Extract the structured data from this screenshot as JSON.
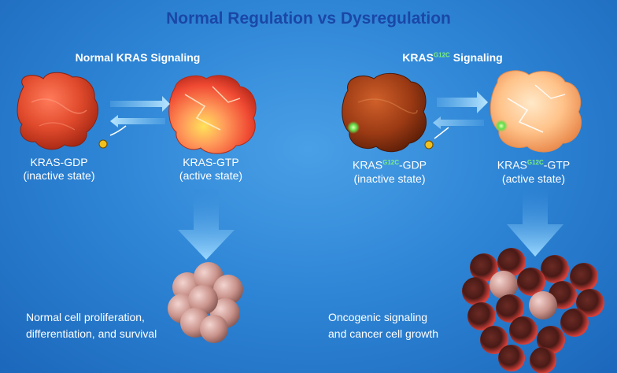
{
  "title": "Normal Regulation vs Dysregulation",
  "left_panel": {
    "heading": "Normal KRAS Signaling",
    "inactive": {
      "name": "KRAS-GDP",
      "state": "(inactive state)"
    },
    "active": {
      "name": "KRAS-GTP",
      "state": "(active state)"
    },
    "outcome_line1": "Normal cell proliferation,",
    "outcome_line2": "differentiation, and survival"
  },
  "right_panel": {
    "heading_prefix": "KRAS",
    "heading_superscript": "G12C",
    "heading_suffix": " Signaling",
    "inactive": {
      "name_prefix": "KRAS",
      "superscript": "G12C",
      "name_suffix": "-GDP",
      "state": "(inactive state)"
    },
    "active": {
      "name_prefix": "KRAS",
      "superscript": "G12C",
      "name_suffix": "-GTP",
      "state": "(active state)"
    },
    "outcome_line1": "Oncogenic signaling",
    "outcome_line2": "and cancer cell growth"
  },
  "colors": {
    "background": "#2f86d6",
    "title": "#1a47a8",
    "mutation_highlight": "#7cf07c",
    "arrow": "#8fd0f8"
  },
  "icons": [
    "phosphate-release-icon",
    "down-arrow-icon",
    "exchange-arrow-icon"
  ]
}
